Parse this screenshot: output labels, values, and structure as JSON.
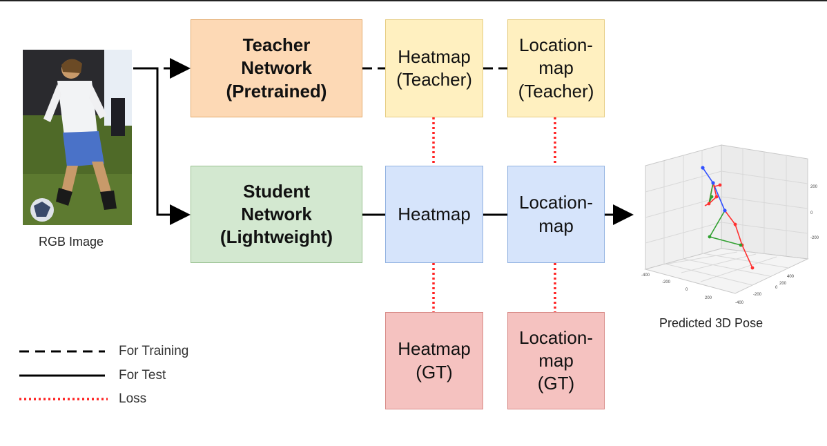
{
  "input": {
    "caption": "RGB Image"
  },
  "boxes": {
    "teacher_network": "Teacher\nNetwork\n(Pretrained)",
    "heatmap_teacher": "Heatmap\n(Teacher)",
    "locationmap_teacher": "Location-\nmap\n(Teacher)",
    "student_network": "Student\nNetwork\n(Lightweight)",
    "heatmap_student": "Heatmap",
    "locationmap_student": "Location-\nmap",
    "heatmap_gt": "Heatmap\n(GT)",
    "locationmap_gt": "Location-\nmap\n(GT)"
  },
  "output": {
    "caption": "Predicted 3D Pose"
  },
  "pose_plot": {
    "ticks_right": [
      "200",
      "0",
      "-200"
    ],
    "ticks_left": [
      "-400",
      "-200",
      "0",
      "200"
    ],
    "ticks_bottom": [
      "400",
      "200",
      "0",
      "-200",
      "-400"
    ]
  },
  "legend": {
    "training": "For Training",
    "test": "For Test",
    "loss": "Loss"
  },
  "colors": {
    "teacher": "#fdd9b5",
    "teacher_outputs": "#fff0c0",
    "student": "#d3e8d0",
    "student_outputs": "#d6e4fb",
    "ground_truth": "#f5c2c0",
    "loss_line": "#ff2020"
  }
}
